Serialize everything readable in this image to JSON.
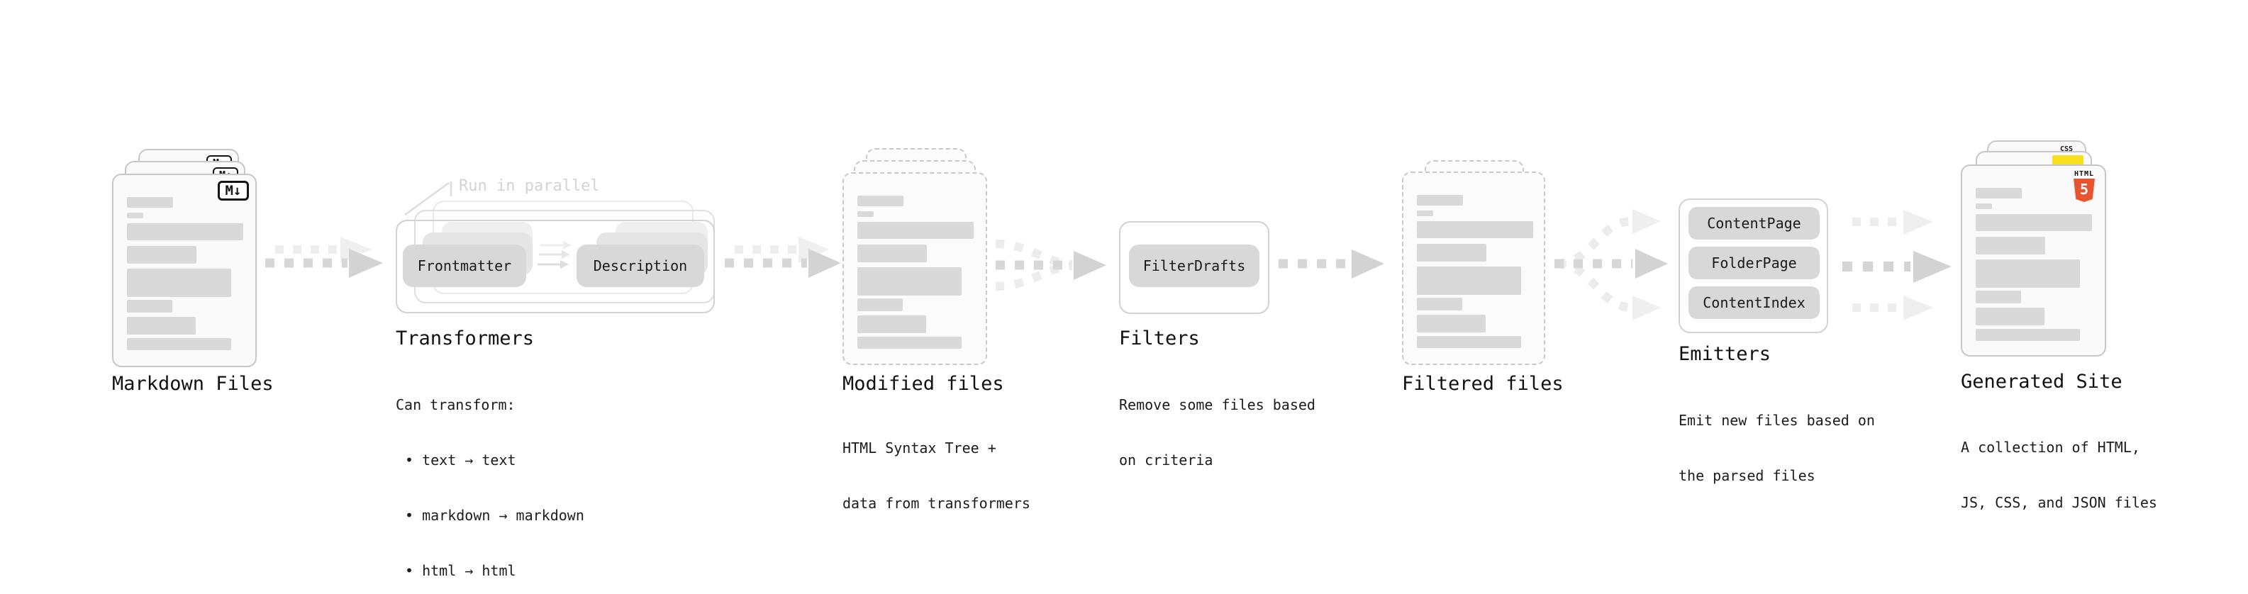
{
  "pipeline": {
    "markdown": {
      "title": "Markdown Files"
    },
    "transformers": {
      "title": "Transformers",
      "annotation": "Run in parallel",
      "pills": [
        "Frontmatter",
        "Description"
      ],
      "desc": [
        "Can transform:",
        "• text → text",
        "• markdown → markdown",
        "• html → html"
      ]
    },
    "modified": {
      "title": "Modified files",
      "desc": [
        "HTML Syntax Tree +",
        "data from transformers"
      ]
    },
    "filters": {
      "title": "Filters",
      "pills": [
        "FilterDrafts"
      ],
      "desc": [
        "Remove some files based",
        "on criteria"
      ]
    },
    "filtered": {
      "title": "Filtered files"
    },
    "emitters": {
      "title": "Emitters",
      "pills": [
        "ContentPage",
        "FolderPage",
        "ContentIndex"
      ],
      "desc": [
        "Emit new files based on",
        "the parsed files"
      ]
    },
    "generated": {
      "title": "Generated Site",
      "desc": [
        "A collection of HTML,",
        "JS, CSS, and JSON files"
      ]
    }
  },
  "icons": {
    "markdown_label": "M↓",
    "css_label": "CSS",
    "html5_word": "HTML",
    "html5_number": "5"
  },
  "colors": {
    "html5_orange": "#e8542f",
    "js_yellow": "#f7df1e",
    "css_blue": "#2965f1",
    "placeholder_gray": "#d9d9d9",
    "pill_gray": "#d8d8d8",
    "arrow_gray": "#d7d7d7",
    "annotation_gray": "#d4d4d4"
  }
}
